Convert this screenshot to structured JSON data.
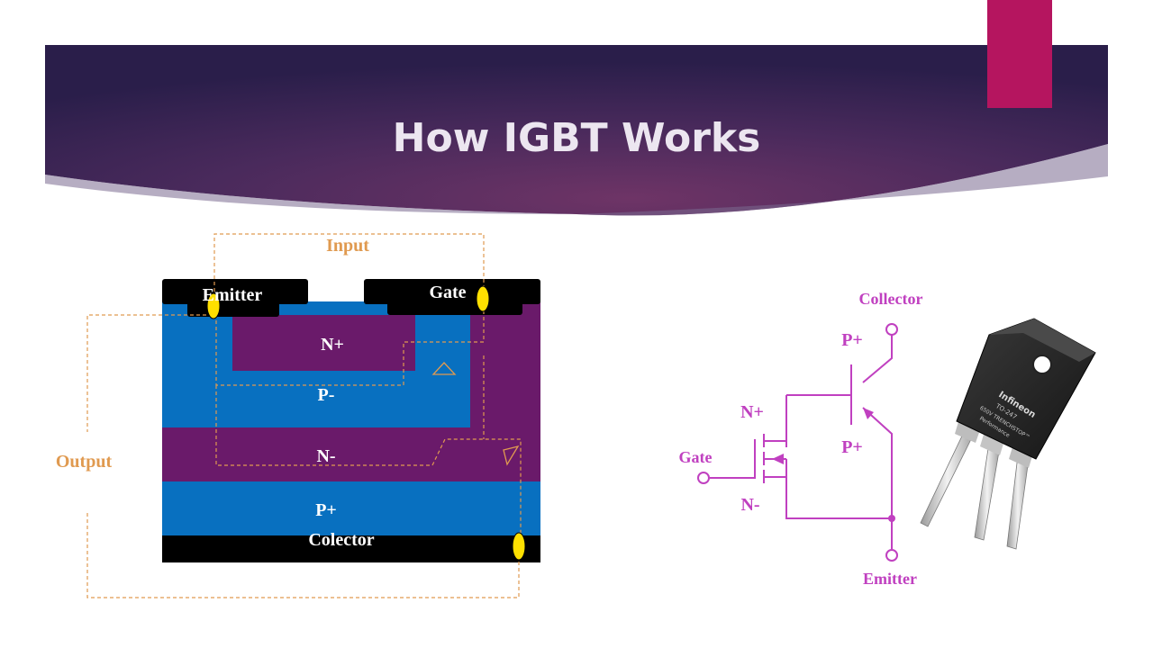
{
  "slide": {
    "title": "How IGBT Works",
    "colors": {
      "banner_dark": "#2b1d4c",
      "banner_mid": "#5a2c66",
      "accent_tab": "#b5155f"
    }
  },
  "cross_section": {
    "input_label": "Input",
    "output_label": "Output",
    "emitter_label": "Emitter",
    "gate_label": "Gate",
    "collector_label": "Colector",
    "layers": {
      "n_plus": "N+",
      "p_minus": "P-",
      "n_minus": "N-",
      "p_plus": "P+"
    },
    "colors": {
      "p_region": "#0870c0",
      "n_region": "#6a1a6a",
      "metal": "#000000",
      "terminal_dot": "#ffe000",
      "signal_path": "#e09a50"
    }
  },
  "symbol": {
    "collector_label": "Collector",
    "emitter_label": "Emitter",
    "gate_label": "Gate",
    "p_plus_top": "P+",
    "p_plus_mid": "P+",
    "n_plus": "N+",
    "n_minus": "N-",
    "color": "#c040c0"
  },
  "package": {
    "brand": "Infineon",
    "package_code": "TO-247",
    "line1": "650V TRENCHSTOP™",
    "line2": "Performance"
  }
}
